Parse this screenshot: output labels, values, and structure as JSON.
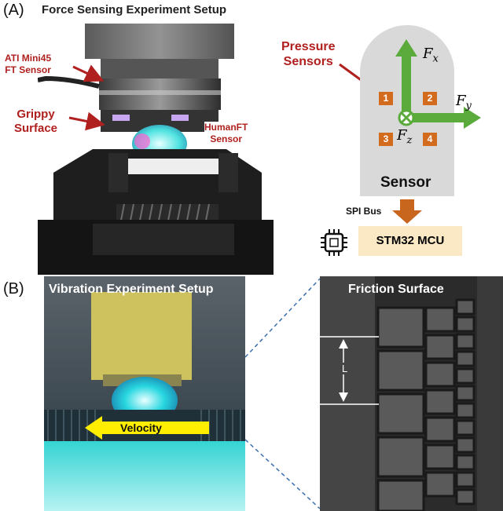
{
  "panel_a": {
    "label": "(A)",
    "title": "Force Sensing Experiment Setup",
    "labels": {
      "ft_sensor_line1": "ATI Mini45",
      "ft_sensor_line2": "FT Sensor",
      "grippy_line1": "Grippy",
      "grippy_line2": "Surface",
      "humanft_line1": "HumanFT",
      "humanft_line2": "Sensor",
      "pressure_line1": "Pressure",
      "pressure_line2": "Sensors"
    },
    "diagram": {
      "pads": [
        "1",
        "2",
        "3",
        "4"
      ],
      "axis_fx": "Fx",
      "axis_fy": "Fy",
      "axis_fz": "Fz",
      "sensor_label": "Sensor",
      "bus_label": "SPI Bus",
      "mcu_label": "STM32 MCU",
      "colors": {
        "pad": "#d36b1f",
        "arrow_green": "#5aaa3c",
        "bus_arrow": "#c8661e",
        "sensor_body": "#d9d9d9",
        "mcu_box": "#fbe8c4",
        "callout_red": "#b0201e"
      }
    }
  },
  "panel_b": {
    "label": "(B)",
    "vibration_title": "Vibration Experiment Setup",
    "velocity_label": "Velocity",
    "friction_title": "Friction Surface",
    "length_label": "L"
  }
}
